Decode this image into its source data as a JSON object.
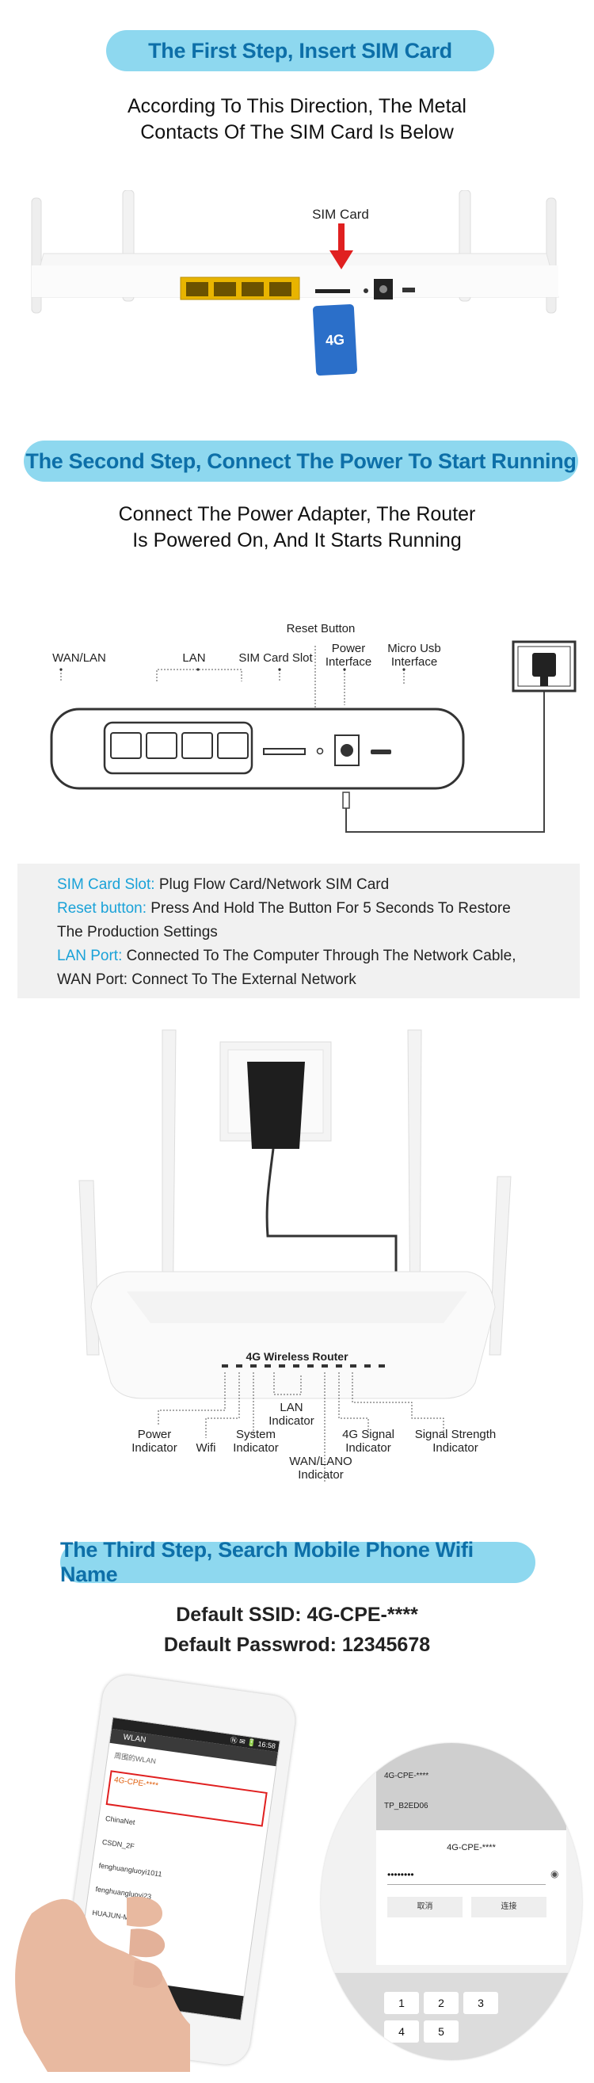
{
  "step1": {
    "title": "The First Step, Insert SIM Card",
    "line1": "According To This Direction, The Metal",
    "line2": "Contacts Of The SIM Card Is Below",
    "sim_label": "SIM Card",
    "sim_text": "4G"
  },
  "step2": {
    "title": "The Second Step, Connect The Power To Start Running",
    "line1": "Connect The Power Adapter, The Router",
    "line2": "Is Powered On, And It Starts Running",
    "labels": {
      "wan_lan": "WAN/LAN",
      "lan": "LAN",
      "sim_slot": "SIM Card Slot",
      "reset": "Reset Button",
      "power_1": "Power",
      "power_2": "Interface",
      "usb_1": "Micro Usb",
      "usb_2": "Interface"
    },
    "info": {
      "sim_key": "SIM Card Slot:",
      "sim_val": " Plug Flow Card/Network SIM Card",
      "reset_key": "Reset button:",
      "reset_val": " Press And Hold The Button For 5 Seconds To Restore",
      "reset_val2": "The Production Settings",
      "lan_key": "LAN Port:",
      "lan_val": " Connected To The Computer Through The Network Cable,",
      "wan_line": "WAN Port: Connect To The External Network"
    }
  },
  "router": {
    "name": "4G Wireless Router",
    "labels": {
      "power_1": "Power",
      "power_2": "Indicator",
      "wifi": "Wifi",
      "system_1": "System",
      "system_2": "Indicator",
      "lan_1": "LAN",
      "lan_2": "Indicator",
      "wan_1": "WAN/LANO",
      "wan_2": "Indicator",
      "sig4g_1": "4G Signal",
      "sig4g_2": "Indicator",
      "sigstr_1": "Signal Strength",
      "sigstr_2": "Indicator"
    }
  },
  "step3": {
    "title": "The Third Step, Search Mobile Phone Wifi Name",
    "ssid": "Default SSID: 4G-CPE-****",
    "password": "Default Passwrod: 12345678"
  },
  "phone": {
    "status": "Ⓝ ✉ 🔋 16:58",
    "header": "WLAN",
    "section": "周围的WLAN",
    "networks": [
      "4G-CPE-****",
      "ChinaNet",
      "CSDN_2F",
      "fenghuangluoyi1011",
      "fenghuangluoyi23",
      "HUAJUN-MiniTech"
    ]
  },
  "zoom": {
    "net1": "4G-CPE-****",
    "net2": "TP_B2ED06",
    "dialog_title": "4G-CPE-****",
    "password_dots": "••••••••",
    "cancel": "取消",
    "connect": "连接",
    "keys": [
      "1",
      "2",
      "3",
      "4",
      "5"
    ]
  },
  "colors": {
    "pill_bg": "#8ed8ef",
    "pill_text": "#0d6fa8",
    "accent": "#1aa2d8",
    "arrow": "#e02020",
    "highlight": "#e02020",
    "lan_port": "#e8b400"
  }
}
